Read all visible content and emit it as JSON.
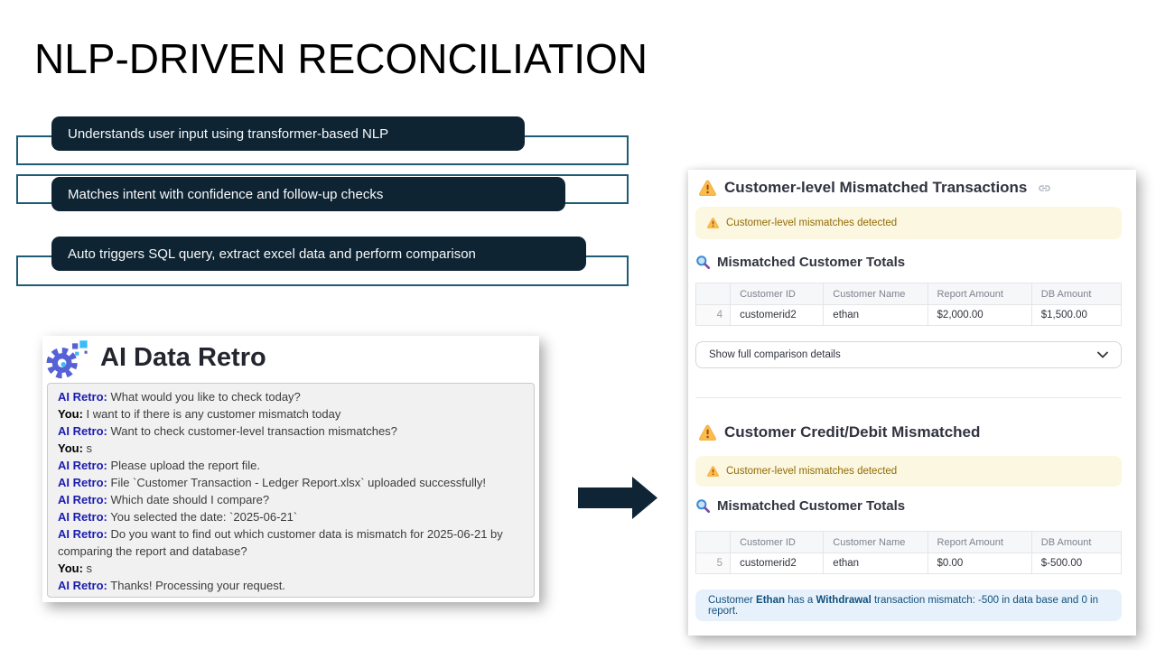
{
  "slide": {
    "title": "NLP-DRIVEN RECONCILIATION"
  },
  "features": [
    {
      "label": "Understands user input using transformer-based NLP"
    },
    {
      "label": "Matches intent with confidence and follow-up checks"
    },
    {
      "label": "Auto triggers SQL query, extract excel data and perform comparison"
    }
  ],
  "chat": {
    "app_title": "AI Data Retro",
    "messages": [
      {
        "speaker": "AI Retro:",
        "text": " What would you like to check today?"
      },
      {
        "speaker": "You:",
        "text": " I want to if there is any customer mismatch today"
      },
      {
        "speaker": "AI Retro:",
        "text": " Want to check customer-level transaction mismatches?"
      },
      {
        "speaker": "You:",
        "text": " s"
      },
      {
        "speaker": "AI Retro:",
        "text": " Please upload the report file."
      },
      {
        "speaker": "AI Retro:",
        "text": " File `Customer Transaction - Ledger Report.xlsx` uploaded successfully!"
      },
      {
        "speaker": "AI Retro:",
        "text": " Which date should I compare?"
      },
      {
        "speaker": "AI Retro:",
        "text": " You selected the date: `2025-06-21`"
      },
      {
        "speaker": "AI Retro:",
        "text": " Do you want to find out which customer data is mismatch for 2025-06-21 by comparing the report and database?"
      },
      {
        "speaker": "You:",
        "text": " s"
      },
      {
        "speaker": "AI Retro:",
        "text": " Thanks! Processing your request."
      }
    ]
  },
  "panel": {
    "section1": {
      "title": "Customer-level Mismatched Transactions",
      "warning": "Customer-level mismatches detected",
      "subheading": "Mismatched Customer Totals",
      "table": {
        "columns": [
          "",
          "Customer ID",
          "Customer Name",
          "Report Amount",
          "DB Amount"
        ],
        "rows": [
          [
            "4",
            "customerid2",
            "ethan",
            "$2,000.00",
            "$1,500.00"
          ]
        ]
      },
      "expander_label": "Show full comparison details"
    },
    "section2": {
      "title": "Customer Credit/Debit Mismatched",
      "warning": "Customer-level mismatches detected",
      "subheading": "Mismatched Customer Totals",
      "table": {
        "columns": [
          "",
          "Customer ID",
          "Customer Name",
          "Report Amount",
          "DB Amount"
        ],
        "rows": [
          [
            "5",
            "customerid2",
            "ethan",
            "$0.00",
            "$-500.00"
          ]
        ]
      },
      "info": {
        "prefix": "Customer ",
        "customer": "Ethan",
        "mid": " has a ",
        "txn_type": "Withdrawal",
        "suffix": " transaction mismatch: -500 in data base and 0 in report."
      }
    }
  },
  "icons": {
    "warning": "warning-triangle",
    "search": "magnifier",
    "anchor_link": "chain-link",
    "expander_chevron": "chevron-down",
    "flow_arrow": "right-block-arrow",
    "app_logo": "gear"
  },
  "colors": {
    "box_fill": "#0E2433",
    "outline_stroke": "#1E5B75",
    "warning_bg": "#FCF7E1",
    "warning_text": "#926C05",
    "info_bg": "#E7F1FB",
    "info_text": "#12507E",
    "heading_text": "#31333F",
    "ai_prefix": "#1C1CB0"
  }
}
